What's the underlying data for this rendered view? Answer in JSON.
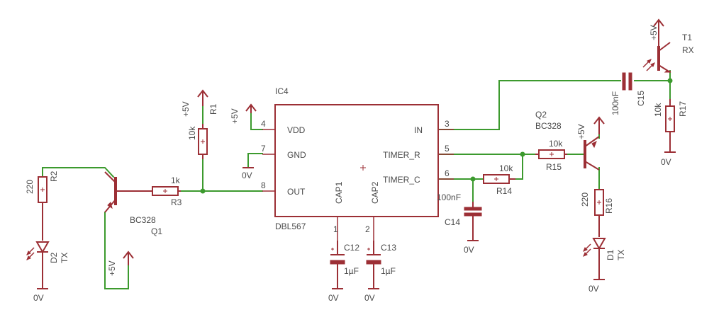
{
  "ic": {
    "ref": "IC4",
    "part": "DBL567",
    "pins": {
      "vdd": {
        "num": "4",
        "name": "VDD"
      },
      "gnd": {
        "num": "7",
        "name": "GND"
      },
      "out": {
        "num": "8",
        "name": "OUT"
      },
      "in": {
        "num": "3",
        "name": "IN"
      },
      "timer_r": {
        "num": "5",
        "name": "TIMER_R"
      },
      "timer_c": {
        "num": "6",
        "name": "TIMER_C"
      },
      "cap1": {
        "num": "1",
        "name": "CAP1"
      },
      "cap2": {
        "num": "2",
        "name": "CAP2"
      }
    }
  },
  "supply": {
    "vcc": "+5V",
    "gnd": "0V"
  },
  "components": {
    "r1": {
      "ref": "R1",
      "value": "10k"
    },
    "r2": {
      "ref": "R2",
      "value": "220"
    },
    "r3": {
      "ref": "R3",
      "value": "1k"
    },
    "r14": {
      "ref": "R14",
      "value": "10k"
    },
    "r15": {
      "ref": "R15",
      "value": "10k"
    },
    "r16": {
      "ref": "R16",
      "value": "220"
    },
    "r17": {
      "ref": "R17",
      "value": "10k"
    },
    "q1": {
      "ref": "Q1",
      "value": "BC328"
    },
    "q2": {
      "ref": "Q2",
      "value": "BC328"
    },
    "c12": {
      "ref": "C12",
      "value": "1µF"
    },
    "c13": {
      "ref": "C13",
      "value": "1µF"
    },
    "c14": {
      "ref": "C14",
      "value": "100nF"
    },
    "c15": {
      "ref": "C15",
      "value": "100nF"
    },
    "d1": {
      "ref": "D1",
      "value": "TX"
    },
    "d2": {
      "ref": "D2",
      "value": "TX"
    },
    "t1": {
      "ref": "T1",
      "value": "RX"
    }
  },
  "colors": {
    "wire": "#3c9a2e",
    "symbol": "#9c2f35",
    "text": "#4a4a4a",
    "background": "#ffffff"
  }
}
